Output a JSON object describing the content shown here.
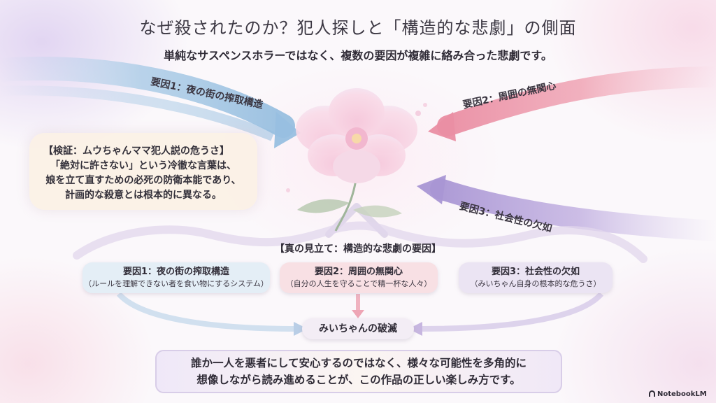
{
  "title": "なぜ殺されたのか？犯人探しと「構造的な悲劇」の側面",
  "subtitle": "単純なサスペンスホラーではなく、複数の要因が複雑に絡み合った悲劇です。",
  "flows": {
    "f1": "要因1：夜の街の搾取構造",
    "f2": "要因2：周囲の無関心",
    "f3": "要因3：社会性の欠如"
  },
  "verification": {
    "title": "【検証：ムウちゃんママ犯人説の危うさ】",
    "lines": [
      "「絶対に許さない」という冷徹な言葉は、",
      "娘を立て直すための必死の防衛本能であり、",
      "計画的な殺意とは根本的に異なる。"
    ]
  },
  "core_title": "【真の見立て：構造的な悲劇の要因】",
  "factors": [
    {
      "name": "要因1：夜の街の搾取構造",
      "desc": "（ルールを理解できない者を食い物にするシステム）"
    },
    {
      "name": "要因2：周囲の無関心",
      "desc": "（自分の人生を守ることで精一杯な人々）"
    },
    {
      "name": "要因3：社会性の欠如",
      "desc": "（みいちゃん自身の根本的な危うさ）"
    }
  ],
  "result": "みいちゃんの破滅",
  "conclusion": [
    "誰か一人を悪者にして安心するのではなく、様々な可能性を多角的に",
    "想像しながら読み進めることが、この作品の正しい楽しみ方です。"
  ],
  "brand": "NotebookLM",
  "colors": {
    "factor1": "#a9cbe6",
    "factor2": "#ef9fb0",
    "factor3": "#c0aee0",
    "flower": "#f3c6da"
  }
}
